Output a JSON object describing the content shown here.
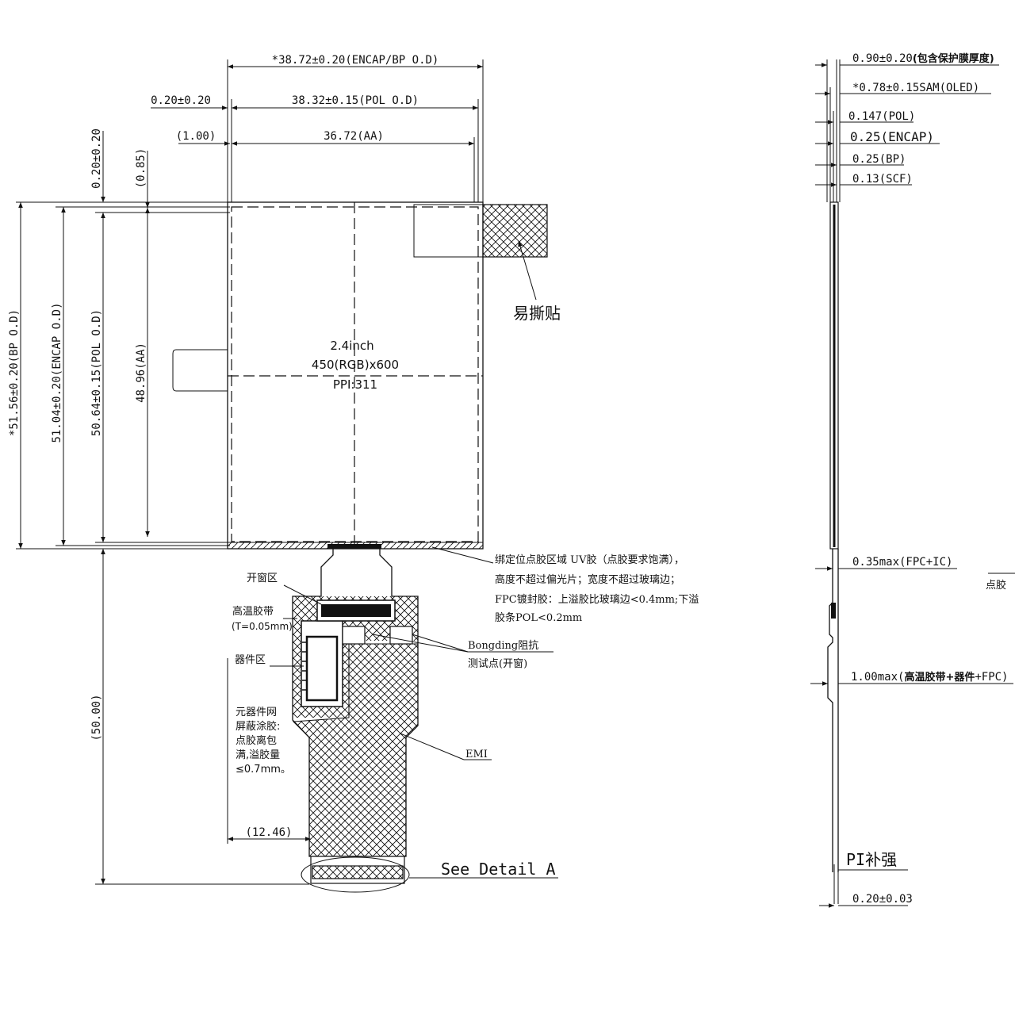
{
  "top_dims": {
    "encap_bp_od": "*38.72±0.20(ENCAP/BP O.D)",
    "left_offset": "0.20±0.20",
    "pol_od": "38.32±0.15(POL O.D)",
    "aa_offset": "(1.00)",
    "aa": "36.72(AA)"
  },
  "left_dims": {
    "top_offset": "0.20±0.20",
    "aa_top_offset": "(0.85)",
    "bp_od": "*51.56±0.20(BP O.D)",
    "encap_od": "51.04±0.20(ENCAP O.D)",
    "pol_od": "50.64±0.15(POL O.D)",
    "aa": "48.96(AA)",
    "total": "(50.00)",
    "fpc_offset": "(12.46)"
  },
  "panel": {
    "line1": "2.4inch",
    "line2": "450(RGB)x600",
    "line3": "PPI:311"
  },
  "callouts": {
    "easy_tear": "易撕贴",
    "glue_note": [
      "绑定位点胶区域 UV胶（点胶要求饱满），",
      "高度不超过偏光片；宽度不超过玻璃边；",
      "FPC镀封胶：上溢胶比玻璃边<0.4mm;下溢",
      "胶条POL<0.2mm"
    ],
    "window_area": "开窗区",
    "high_temp_tape": "高温胶带",
    "tape_thickness": "(T=0.05mm)",
    "component_area": "器件区",
    "shield_note": [
      "元器件网",
      "屏蔽涂胶:",
      "点胶离包",
      "满,溢胶量",
      "≤0.7mm。"
    ],
    "bonding": [
      "Bongding阻抗",
      "测试点(开窗)"
    ],
    "emi": "EMI",
    "see_detail": "See Detail A"
  },
  "side_view": {
    "total_thk_prefix": "0.90±0.20",
    "total_thk_suffix": "(包含保护膜厚度)",
    "sam_oled": "*0.78±0.15SAM(OLED)",
    "pol": "0.147(POL)",
    "encap": "0.25(ENCAP)",
    "bp": "0.25(BP)",
    "scf": "0.13(SCF)",
    "fpc_ic": "0.35max(FPC+IC)",
    "glue_cut": "点胶",
    "tape_comp_prefix": "1.00max(",
    "tape_comp_bold": "高温胶带+器件",
    "tape_comp_suffix": "+FPC)",
    "pi_stiffener": "PI补强",
    "pi_thk": "0.20±0.03"
  }
}
